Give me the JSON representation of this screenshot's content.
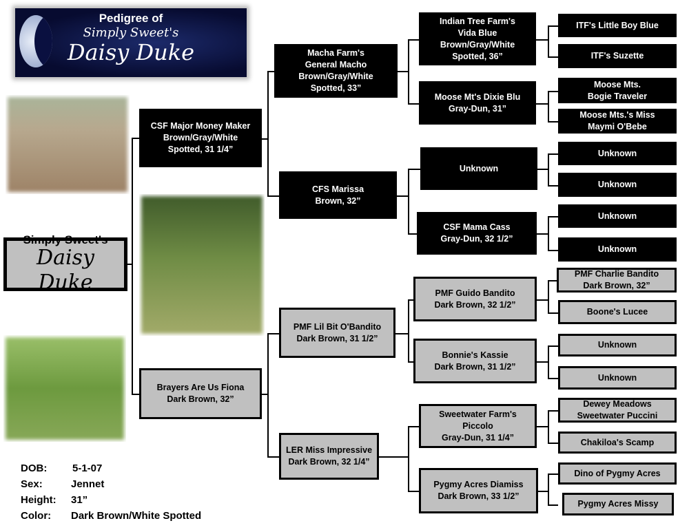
{
  "banner": {
    "line1": "Pedigree of",
    "line2": "Simply Sweet's",
    "line3": "Daisy Duke"
  },
  "subject": {
    "line1": "Simply Sweet's",
    "line2": "Daisy Duke"
  },
  "sire": [
    "CSF Major Money Maker",
    "Brown/Gray/White",
    "Spotted, 31 1/4”"
  ],
  "dam": [
    "Brayers Are Us Fiona",
    "Dark Brown, 32”"
  ],
  "gen2": [
    [
      "Macha Farm's",
      "General Macho",
      "Brown/Gray/White",
      "Spotted, 33”"
    ],
    [
      "CFS Marissa",
      "Brown, 32”"
    ],
    [
      "PMF Lil Bit O'Bandito",
      "Dark Brown, 31 1/2”"
    ],
    [
      "LER Miss Impressive",
      "Dark Brown, 32 1/4”"
    ]
  ],
  "gen3": [
    [
      "Indian Tree Farm's",
      "Vida Blue",
      "Brown/Gray/White",
      "Spotted, 36”"
    ],
    [
      "Moose Mt's Dixie Blu",
      "Gray-Dun, 31”"
    ],
    [
      "Unknown"
    ],
    [
      "CSF Mama Cass",
      "Gray-Dun, 32 1/2”"
    ],
    [
      "PMF Guido Bandito",
      "Dark Brown, 32 1/2”"
    ],
    [
      "Bonnie's Kassie",
      "Dark Brown, 31 1/2”"
    ],
    [
      "Sweetwater Farm's",
      "Piccolo",
      "Gray-Dun, 31 1/4”"
    ],
    [
      "Pygmy Acres Diamiss",
      "Dark Brown, 33 1/2”"
    ]
  ],
  "gen4": [
    [
      "ITF's Little Boy Blue"
    ],
    [
      "ITF's Suzette"
    ],
    [
      "Moose Mts.",
      "Bogie Traveler"
    ],
    [
      "Moose Mts.'s Miss",
      "Maymi O'Bebe"
    ],
    [
      "Unknown"
    ],
    [
      "Unknown"
    ],
    [
      "Unknown"
    ],
    [
      "Unknown"
    ],
    [
      "PMF Charlie Bandito",
      "Dark Brown, 32”"
    ],
    [
      "Boone's Lucee"
    ],
    [
      "Unknown"
    ],
    [
      "Unknown"
    ],
    [
      "Dewey Meadows",
      "Sweetwater Puccini"
    ],
    [
      "Chakiloa's Scamp"
    ],
    [
      "Dino of Pygmy Acres"
    ],
    [
      "Pygmy Acres Missy"
    ]
  ],
  "info": [
    {
      "label": "DOB:",
      "value": "5-1-07"
    },
    {
      "label": "Sex:",
      "value": "Jennet"
    },
    {
      "label": "Height:",
      "value": "31”"
    },
    {
      "label": "Color:",
      "value": "Dark Brown/White Spotted"
    }
  ]
}
